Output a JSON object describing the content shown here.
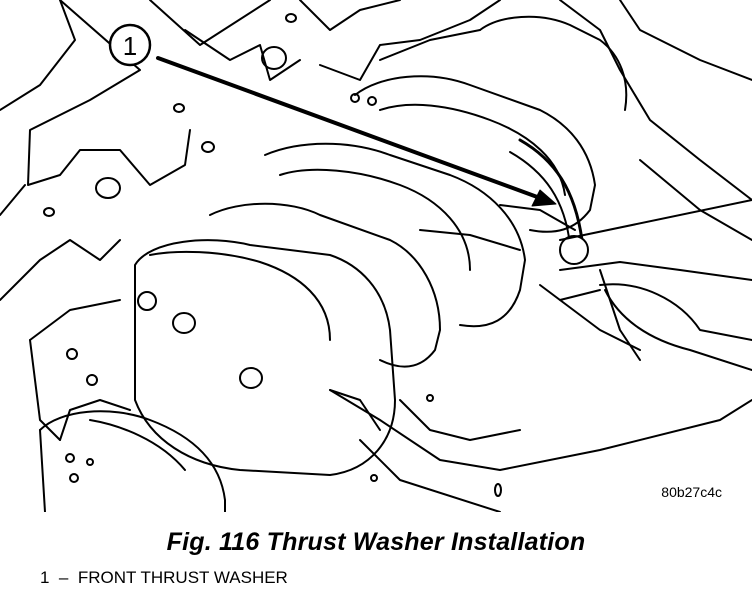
{
  "figure": {
    "callout_number": "1",
    "drawing_code": "80b27c4c",
    "caption": "Fig. 116 Thrust Washer Installation",
    "legend": [
      {
        "number": "1",
        "separator": "–",
        "text": "FRONT THRUST WASHER"
      }
    ]
  }
}
